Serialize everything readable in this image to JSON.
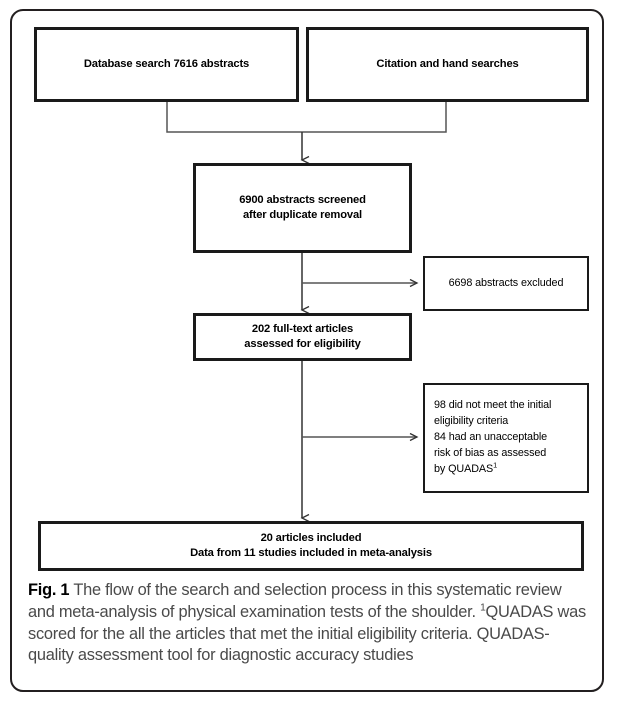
{
  "figure": {
    "label": "Fig. 1",
    "caption_body": " The flow of the search and selection process in this systematic review and meta-analysis of physical examination tests of the shoulder. ",
    "footnote_marker": "1",
    "caption_footnote": "QUADAS was scored for the all the articles that met the initial eligibility criteria. QUADAS-quality assessment tool for diagnostic accuracy studies"
  },
  "flowchart": {
    "type": "prisma-flow-diagram",
    "nodes": {
      "database_search": {
        "text": "Database search 7616 abstracts",
        "count": 7616,
        "style": "bold"
      },
      "citation_search": {
        "text": "Citation and hand searches",
        "style": "bold"
      },
      "abstracts_screened": {
        "line1": "6900 abstracts screened",
        "line2": "after duplicate removal",
        "count": 6900,
        "style": "bold"
      },
      "abstracts_excluded": {
        "text": "6698 abstracts excluded",
        "count": 6698,
        "style": "plain"
      },
      "full_text_assessed": {
        "line1": "202 full-text articles",
        "line2": "assessed for eligibility",
        "count": 202,
        "style": "bold"
      },
      "excluded_reasons": {
        "line1": "98 did not meet the initial",
        "line2": "eligibility criteria",
        "line3": "84 had an unacceptable",
        "line4": "risk of bias as assessed",
        "line5_prefix": "by QUADAS",
        "line5_sup": "1",
        "counts": [
          98,
          84
        ],
        "style": "plain"
      },
      "articles_included": {
        "line1": "20 articles included",
        "line2": "Data from 11 studies included in meta-analysis",
        "counts": [
          20,
          11
        ],
        "style": "bold"
      }
    },
    "colors": {
      "box_border": "#1a1a1a",
      "connector": "#333333",
      "frame_border": "#231f20",
      "caption_text": "#4a4a4a",
      "background": "#ffffff"
    }
  }
}
